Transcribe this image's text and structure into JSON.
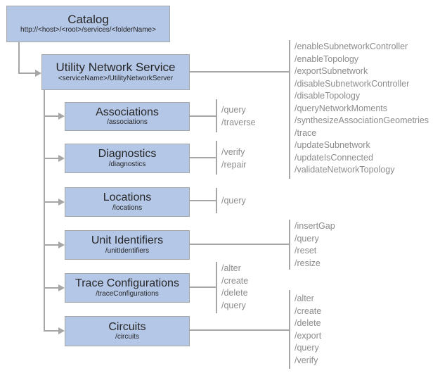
{
  "colors": {
    "box_fill": "#b4c7e7",
    "box_border": "#a6a6a6",
    "box_text": "#262626",
    "line": "#a6a6a6",
    "ops_text": "#8c8c8c"
  },
  "catalog": {
    "title": "Catalog",
    "subtitle": "http://<host>/<root>/services/<folderName>"
  },
  "service": {
    "title": "Utility Network Service",
    "subtitle": "<serviceName>/UtilityNetworkServer",
    "operations": [
      "/enableSubnetworkController",
      "/enableTopology",
      "/exportSubnetwork",
      "/disableSubnetworkController",
      "/disableTopology",
      "/queryNetworkMoments",
      "/synthesizeAssociationGeometries",
      "/trace",
      "/updateSubnetwork",
      "/updateIsConnected",
      "/validateNetworkTopology"
    ]
  },
  "resources": [
    {
      "title": "Associations",
      "subtitle": "/associations",
      "operations": [
        "/query",
        "/traverse"
      ]
    },
    {
      "title": "Diagnostics",
      "subtitle": "/diagnostics",
      "operations": [
        "/verify",
        "/repair"
      ]
    },
    {
      "title": "Locations",
      "subtitle": "/locations",
      "operations": [
        "/query"
      ]
    },
    {
      "title": "Unit Identifiers",
      "subtitle": "/unitIdentifiers",
      "operations": [
        "/insertGap",
        "/query",
        "/reset",
        "/resize"
      ]
    },
    {
      "title": "Trace Configurations",
      "subtitle": "/traceConfigurations",
      "operations": [
        "/alter",
        "/create",
        "/delete",
        "/query"
      ]
    },
    {
      "title": "Circuits",
      "subtitle": "/circuits",
      "operations": [
        "/alter",
        "/create",
        "/delete",
        "/export",
        "/query",
        "/verify"
      ]
    }
  ]
}
